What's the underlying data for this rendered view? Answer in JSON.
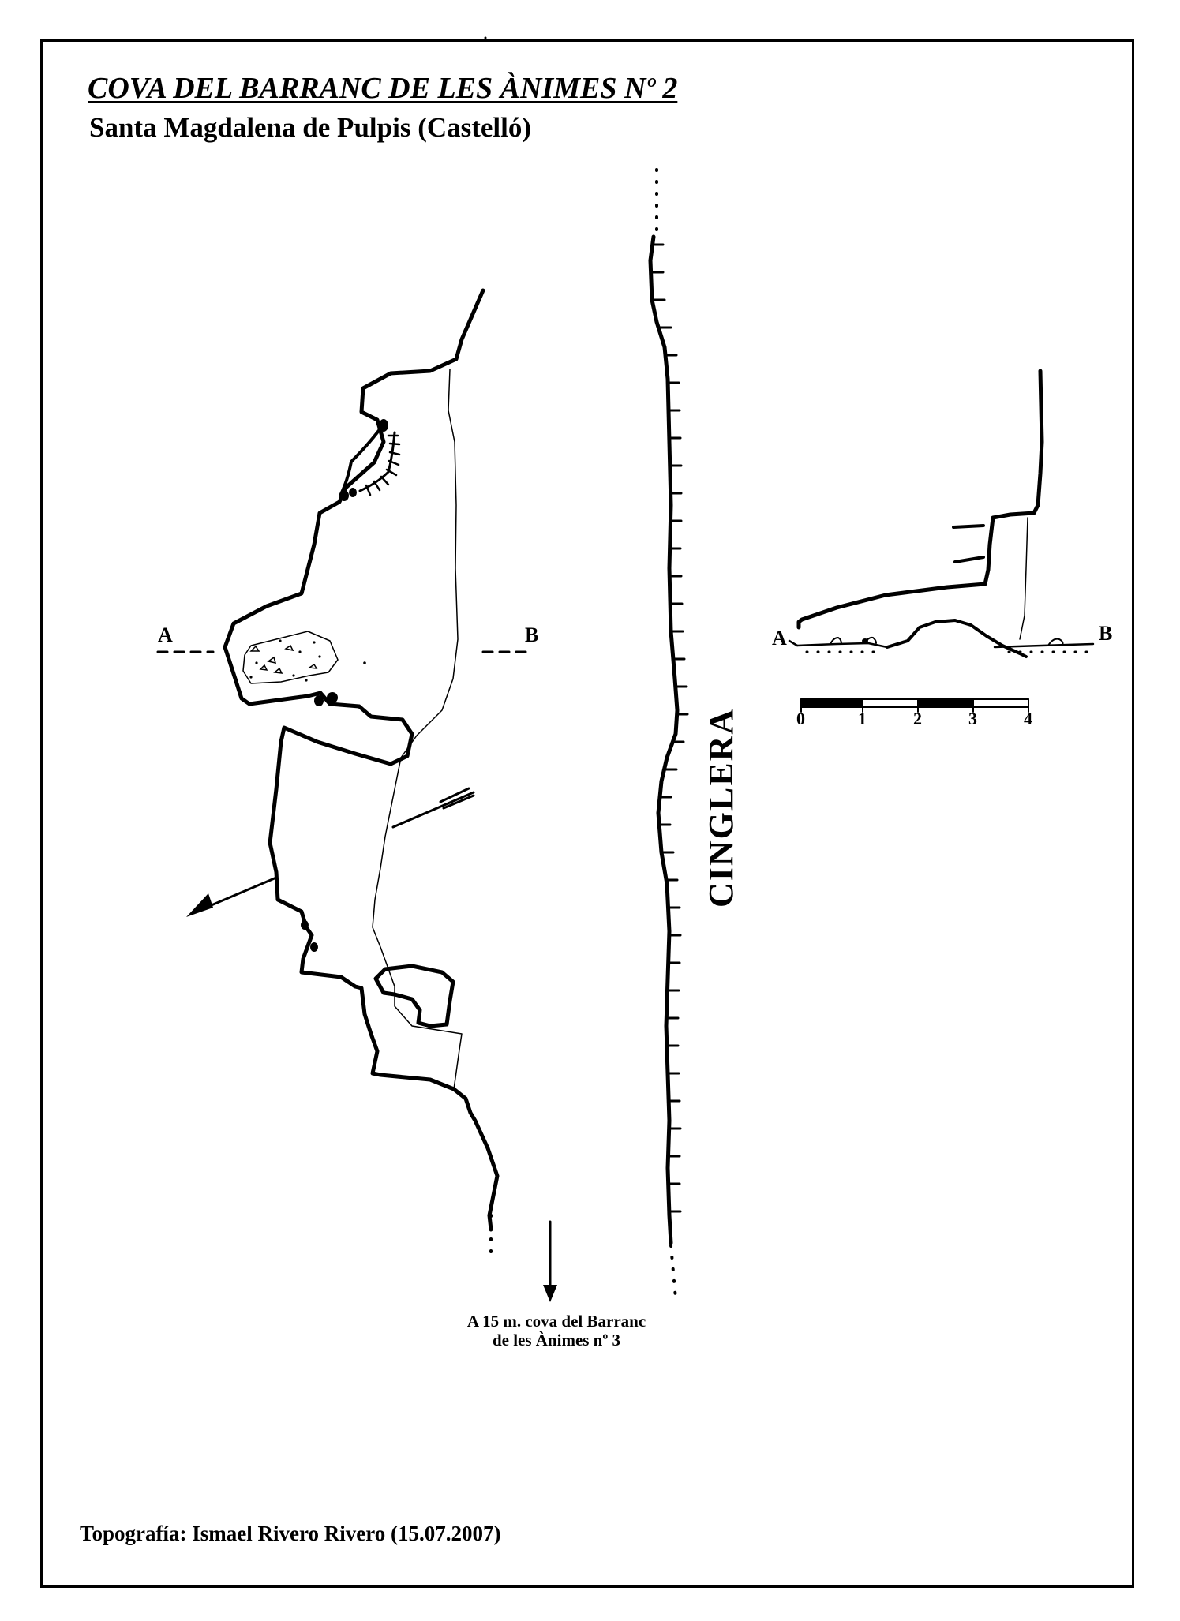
{
  "title": "COVA DEL BARRANC DE LES ÀNIMES Nº 2",
  "subtitle": "Santa Magdalena de Pulpis (Castelló)",
  "credit": "Topografía: Ismael Rivero Rivero (15.07.2007)",
  "cliff_label": "CINGLERA",
  "note": {
    "line1": "A 15 m. cova del Barranc",
    "line2": "de les Ànimes nº 3"
  },
  "plan_section": {
    "start": "A",
    "end": "B"
  },
  "profile_section": {
    "start": "A",
    "end": "B"
  },
  "scale": {
    "ticks": [
      "0",
      "1",
      "2",
      "3",
      "4"
    ]
  },
  "colors": {
    "ink": "#000000",
    "paper": "#ffffff"
  }
}
